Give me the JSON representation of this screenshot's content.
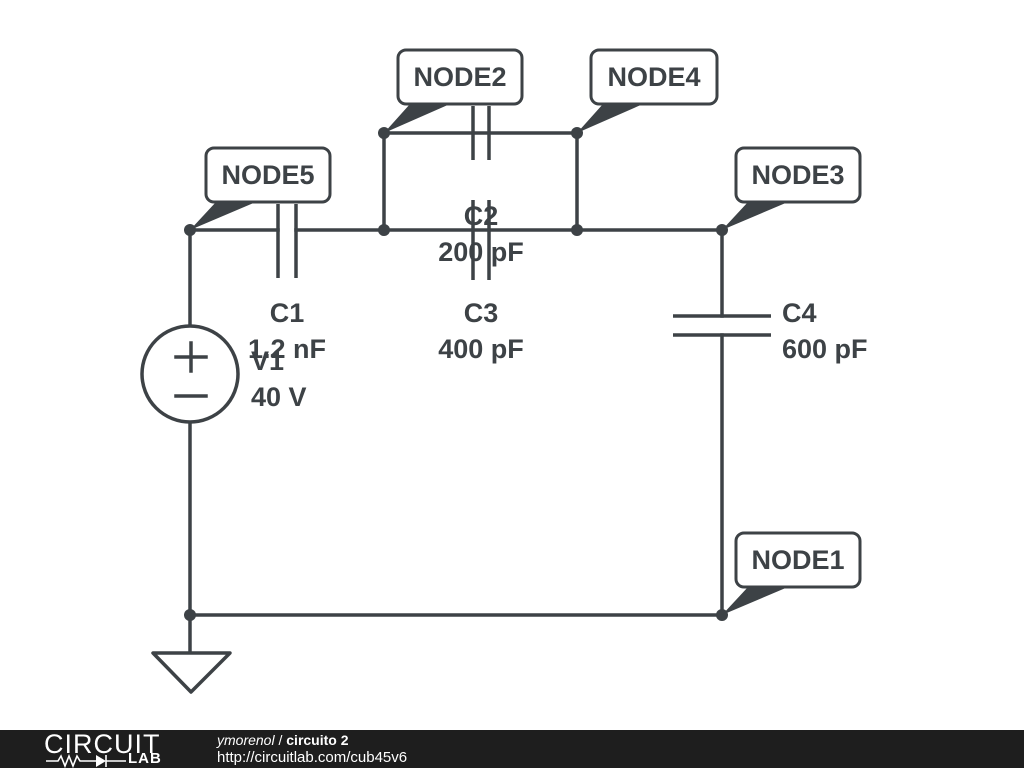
{
  "schematic": {
    "nodes": [
      "NODE1",
      "NODE2",
      "NODE3",
      "NODE4",
      "NODE5"
    ],
    "components": {
      "c1": {
        "name": "C1",
        "value": "1.2 nF"
      },
      "c2": {
        "name": "C2",
        "value": "200 pF"
      },
      "c3": {
        "name": "C3",
        "value": "400 pF"
      },
      "c4": {
        "name": "C4",
        "value": "600 pF"
      },
      "v1": {
        "name": "V1",
        "value": "40 V"
      }
    }
  },
  "footer": {
    "logo_top": "CIRCUIT",
    "logo_bottom": "LAB",
    "user": "ymorenol",
    "separator": " / ",
    "title": "circuito 2",
    "url": "http://circuitlab.com/cub45v6"
  },
  "colors": {
    "ink": "#3d4246",
    "footer_bg": "#1e1e1e"
  }
}
